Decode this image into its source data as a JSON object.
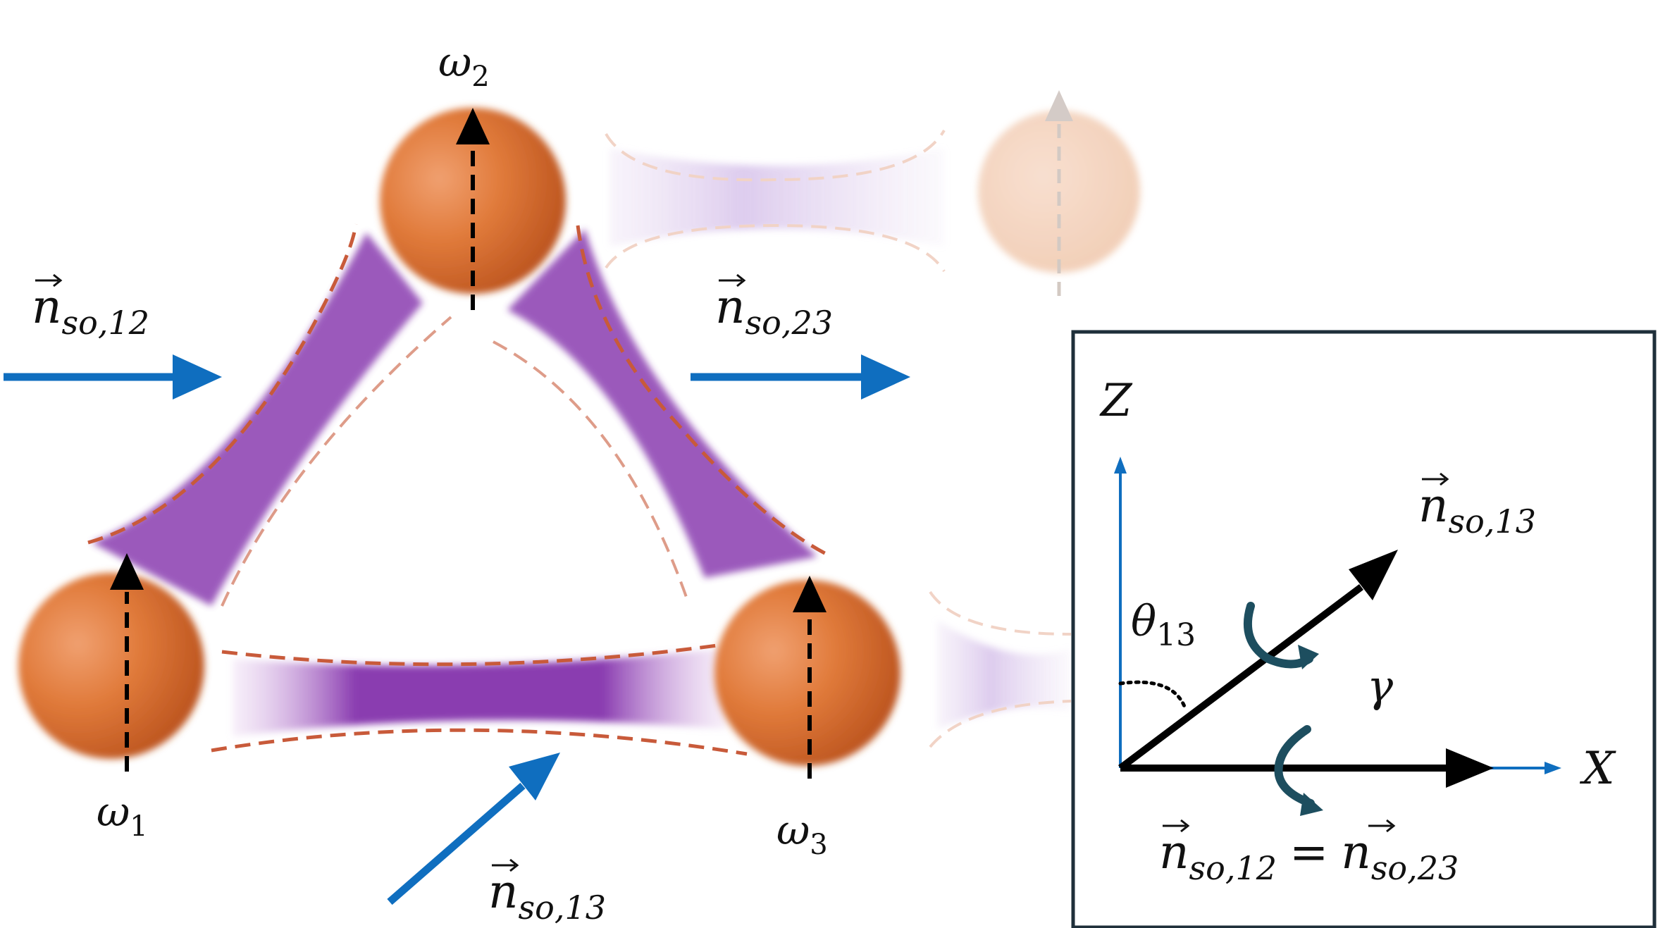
{
  "colors": {
    "sphere": "#d9682a",
    "bridge": "#7a3aa8",
    "arrow_blue": "#0f6ebf",
    "outline_dash": "#c85a3a",
    "frame": "#1f2f3a",
    "rotation_icon": "#1d4e5f"
  },
  "icons": {
    "rotation": "curved-rotation-arrow-icon"
  },
  "labels": {
    "omega1_base": "ω",
    "omega1_sub": "1",
    "omega2_base": "ω",
    "omega2_sub": "2",
    "omega3_base": "ω",
    "omega3_sub": "3",
    "n_symbol": "n",
    "n12_sub": "so,12",
    "n23_sub": "so,23",
    "n13_sub": "so,13"
  },
  "inset": {
    "z_label": "Z",
    "x_label": "X",
    "theta_base": "θ",
    "theta_sub": "13",
    "gamma": "γ",
    "n13_sub": "so,13",
    "eq_left_sub": "so,12",
    "eq_sign": "=",
    "eq_right_sub": "so,23"
  }
}
